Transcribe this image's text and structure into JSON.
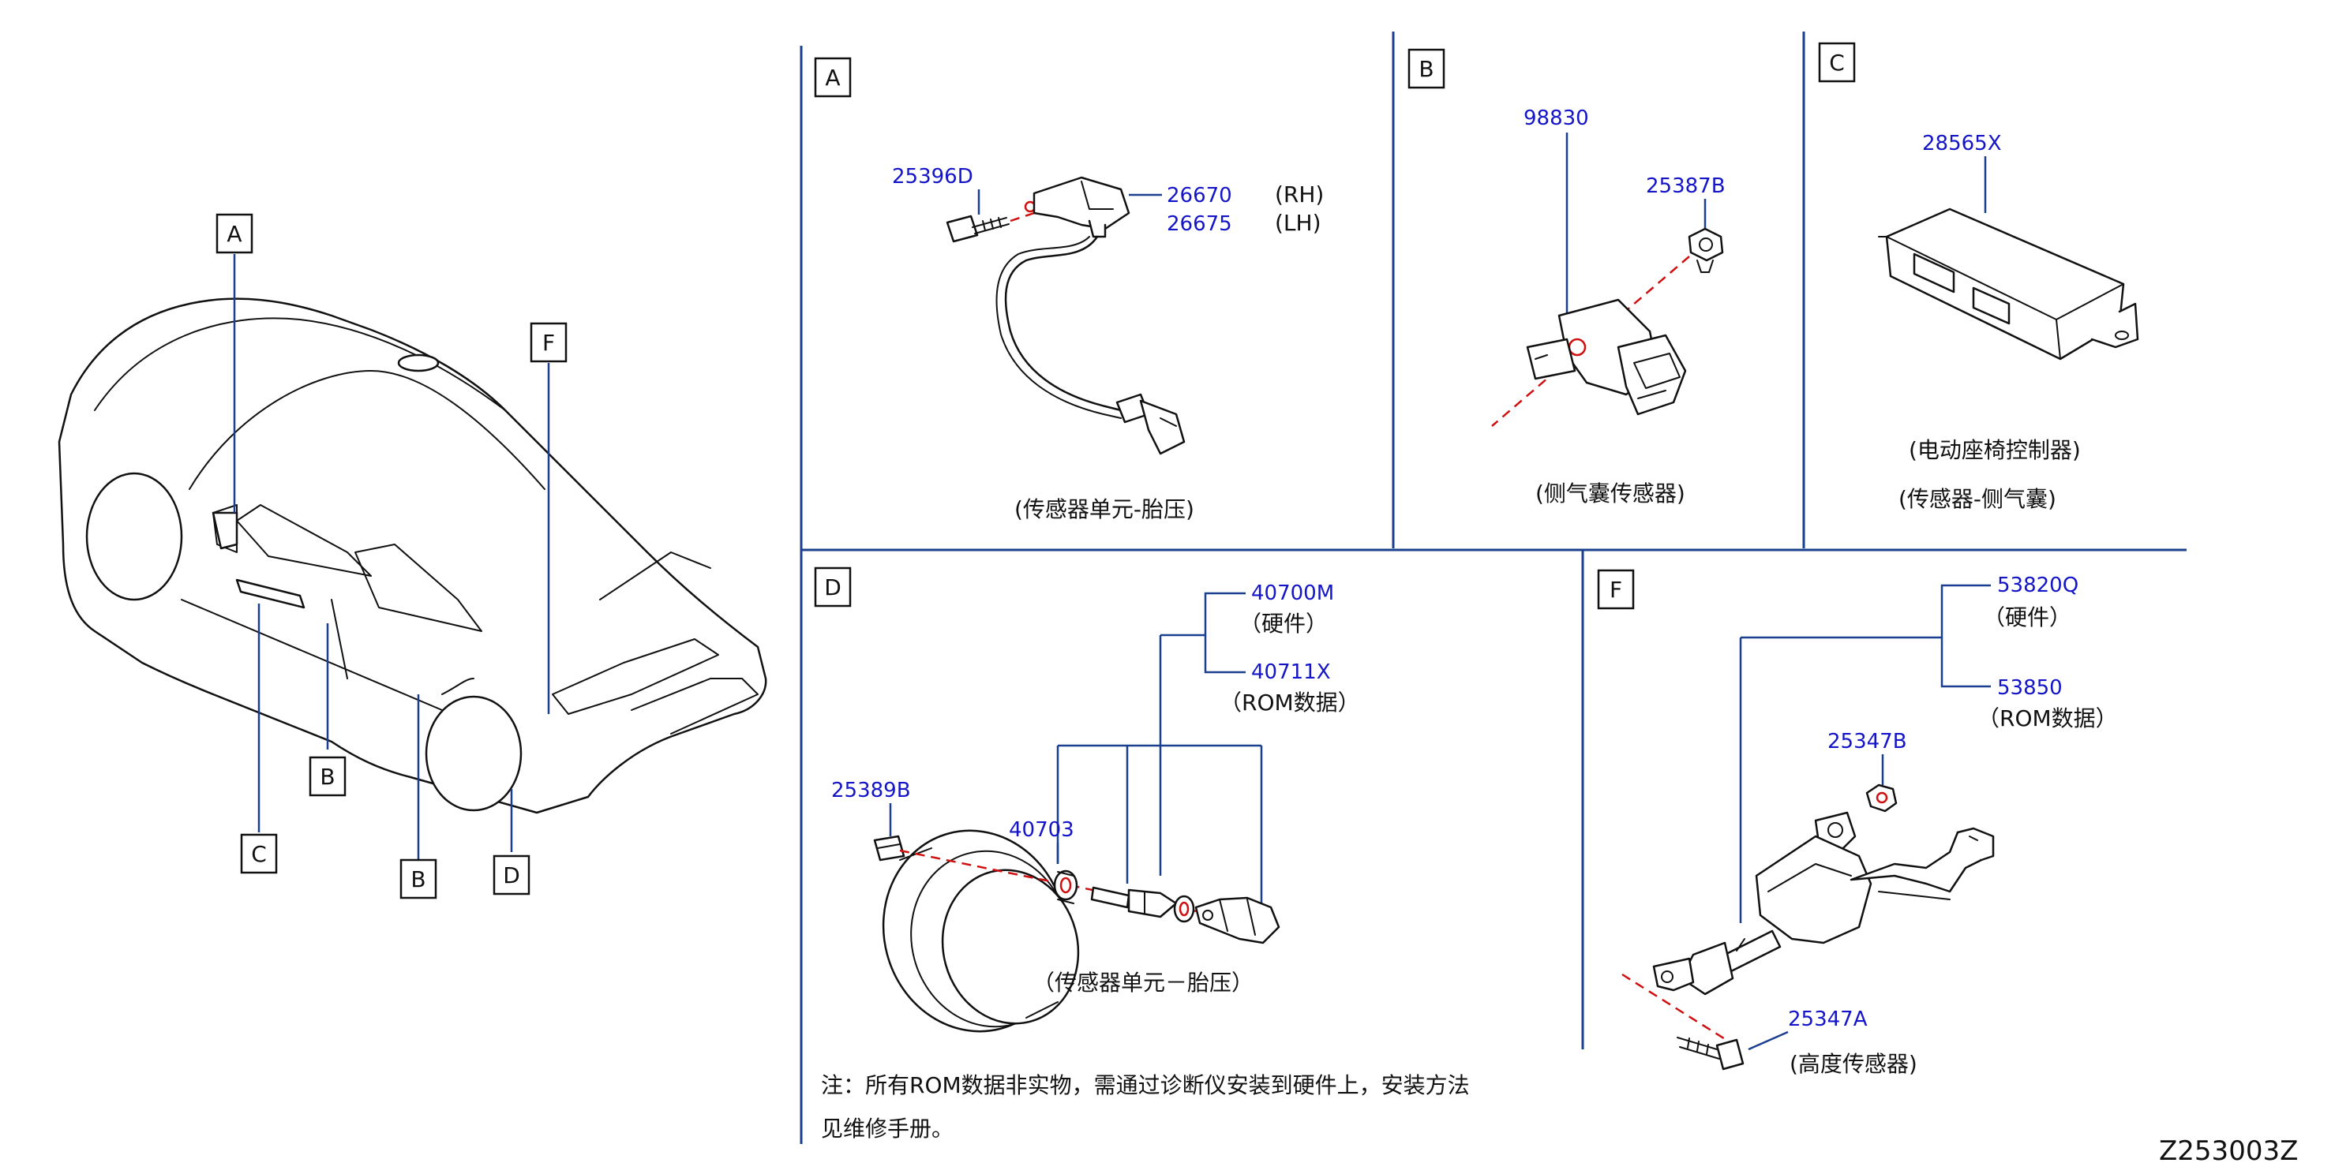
{
  "car_callouts": {
    "a": "A",
    "b1": "B",
    "b2": "B",
    "c": "C",
    "d": "D",
    "f": "F"
  },
  "panel_a": {
    "letter": "A",
    "parts": {
      "bolt": "25396D",
      "sensor_rh": "26670",
      "sensor_lh": "26675"
    },
    "sides": {
      "rh": "(RH)",
      "lh": "(LH)"
    },
    "caption": "(传感器单元-胎压)"
  },
  "panel_b": {
    "letter": "B",
    "parts": {
      "sensor": "98830",
      "nut": "25387B"
    },
    "caption": "(侧气囊传感器)"
  },
  "panel_c": {
    "letter": "C",
    "parts": {
      "unit": "28565X"
    },
    "caption1": "(电动座椅控制器)",
    "caption2": "(传感器-侧气囊)"
  },
  "panel_d": {
    "letter": "D",
    "parts": {
      "hw": "40700M",
      "rom": "40711X",
      "cap": "25389B",
      "valve": "40703"
    },
    "hw_label": "（硬件）",
    "rom_label": "（ROM数据）",
    "caption": "（传感器单元－胎压）",
    "note_line1": "注：所有ROM数据非实物，需通过诊断仪安装到硬件上，安装方法",
    "note_line2": "见维修手册。"
  },
  "panel_f": {
    "letter": "F",
    "parts": {
      "hw": "53820Q",
      "rom": "53850",
      "nut": "25347B",
      "bolt": "25347A"
    },
    "hw_label": "（硬件）",
    "rom_label": "（ROM数据）",
    "caption": "(高度传感器)"
  },
  "diagram_code": "Z253003Z",
  "colors": {
    "part_number": "#1414c8",
    "frame": "#1a3f8f",
    "centerline": "#d01010"
  }
}
